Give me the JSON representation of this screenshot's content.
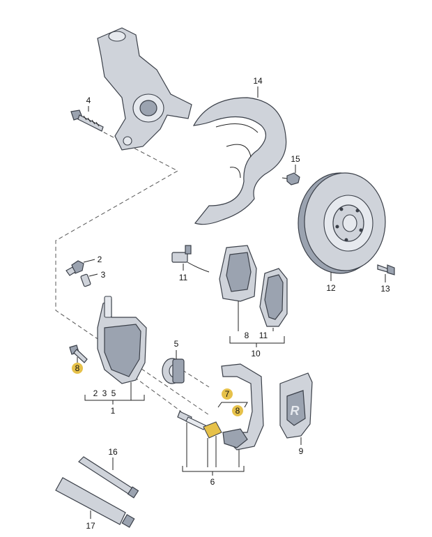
{
  "labels": {
    "l1": "1",
    "l2": "2",
    "l3": "3",
    "l4": "4",
    "l5": "5",
    "l6": "6",
    "l7": "7",
    "l8": "8",
    "l9": "9",
    "l10": "10",
    "l11": "11",
    "l12": "12",
    "l13": "13",
    "l14": "14",
    "l15": "15",
    "l16": "16",
    "l17": "17",
    "g1a": "2",
    "g1b": "3",
    "g1c": "5",
    "g10a": "8",
    "g10b": "11",
    "g6a": "7",
    "g6b": "8",
    "bolt8": "8",
    "cover_logo": "R"
  },
  "colors": {
    "highlight": "#e6c14a",
    "part": "#cfd3da",
    "part_dark": "#9ba3b0",
    "outline": "#3a3f48"
  }
}
